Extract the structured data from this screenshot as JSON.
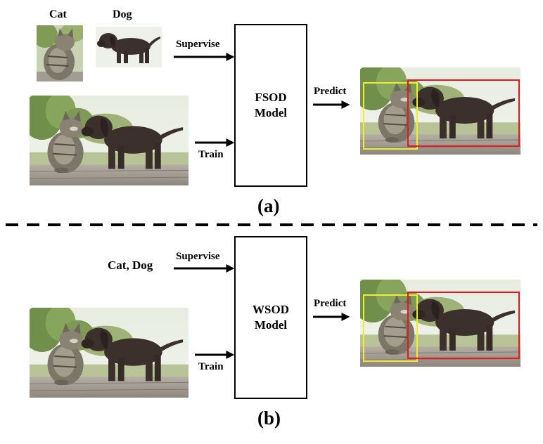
{
  "panel_a": {
    "label_cat": "Cat",
    "label_dog": "Dog",
    "supervise": "Supervise",
    "train": "Train",
    "model_line1": "FSOD",
    "model_line2": "Model",
    "predict": "Predict",
    "caption": "(a)"
  },
  "panel_b": {
    "weak_labels": "Cat, Dog",
    "supervise": "Supervise",
    "train": "Train",
    "model_line1": "WSOD",
    "model_line2": "Model",
    "predict": "Predict",
    "caption": "(b)"
  },
  "colors": {
    "cat_box": "#f0ee2a",
    "dog_box": "#e8191c",
    "divider": "#000000"
  }
}
